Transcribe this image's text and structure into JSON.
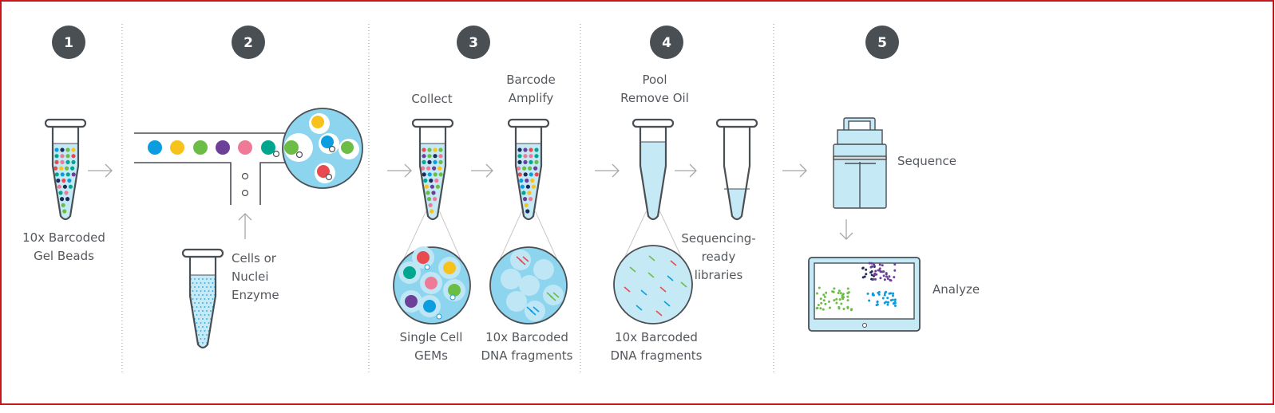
{
  "colors": {
    "border": "#c8161d",
    "badge": "#4a4f54",
    "outline": "#4a4f54",
    "liquid": "#c6e9f6",
    "zoom_fill": "#8dd4ee",
    "bead_palette": [
      "#0b9de0",
      "#f8c21c",
      "#6cbd45",
      "#6c3f99",
      "#ef7a98",
      "#00a78e",
      "#e84a4f",
      "#1c2c5b"
    ]
  },
  "steps": [
    {
      "number": "1",
      "label_lines": [
        "10x Barcoded",
        "Gel Beads"
      ]
    },
    {
      "number": "2",
      "label_lines": [
        "Cells or",
        "Nuclei",
        "Enzyme"
      ]
    },
    {
      "number": "3",
      "collect": "Collect",
      "amplify_lines": [
        "Barcode",
        "Amplify"
      ],
      "gems_lines": [
        "Single Cell",
        "GEMs"
      ],
      "fragments_lines": [
        "10x Barcoded",
        "DNA fragments"
      ]
    },
    {
      "number": "4",
      "pool_lines": [
        "Pool",
        "Remove Oil"
      ],
      "fragments_lines": [
        "10x Barcoded",
        "DNA fragments"
      ],
      "libraries_lines": [
        "Sequencing-",
        "ready",
        "libraries"
      ]
    },
    {
      "number": "5",
      "sequence": "Sequence",
      "analyze": "Analyze"
    }
  ]
}
